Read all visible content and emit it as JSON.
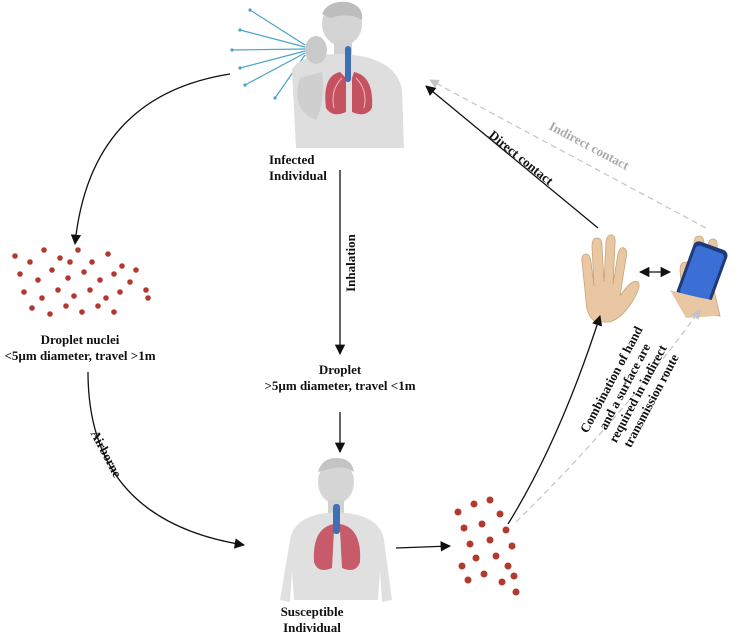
{
  "labels": {
    "infected_line1": "Infected",
    "infected_line2": "Individual",
    "inhalation": "Inhalation",
    "droplet_title": "Droplet",
    "droplet_desc": ">5µm diameter, travel <1m",
    "nuclei_title": "Droplet nuclei",
    "nuclei_desc": "<5µm diameter, travel >1m",
    "airborne": "Airborne",
    "susceptible_line1": "Susceptible",
    "susceptible_line2": "Individual",
    "direct_contact": "Direct contact",
    "indirect_contact": "Indirect contact",
    "combination_line1": "Combination of hand",
    "combination_line2": "and a surface are",
    "combination_line3": "required in indirect",
    "combination_line4": "transmission route"
  },
  "colors": {
    "arrow": "#111111",
    "dashed_arrow": "#bbbbbb",
    "indirect_text": "#aaaaaa",
    "particle": "#c0392b",
    "lungs": "#c0394b",
    "airway": "#3f6fb5",
    "skin": "#e8c7a2",
    "body_gray": "#d9d9d9",
    "phone": "#3b6fd6",
    "cough_lines": "#4aa3c9"
  },
  "icons": [
    "coughing-person-icon",
    "susceptible-person-icon",
    "open-hand-icon",
    "hand-holding-phone-icon",
    "droplet-cluster-icon"
  ]
}
